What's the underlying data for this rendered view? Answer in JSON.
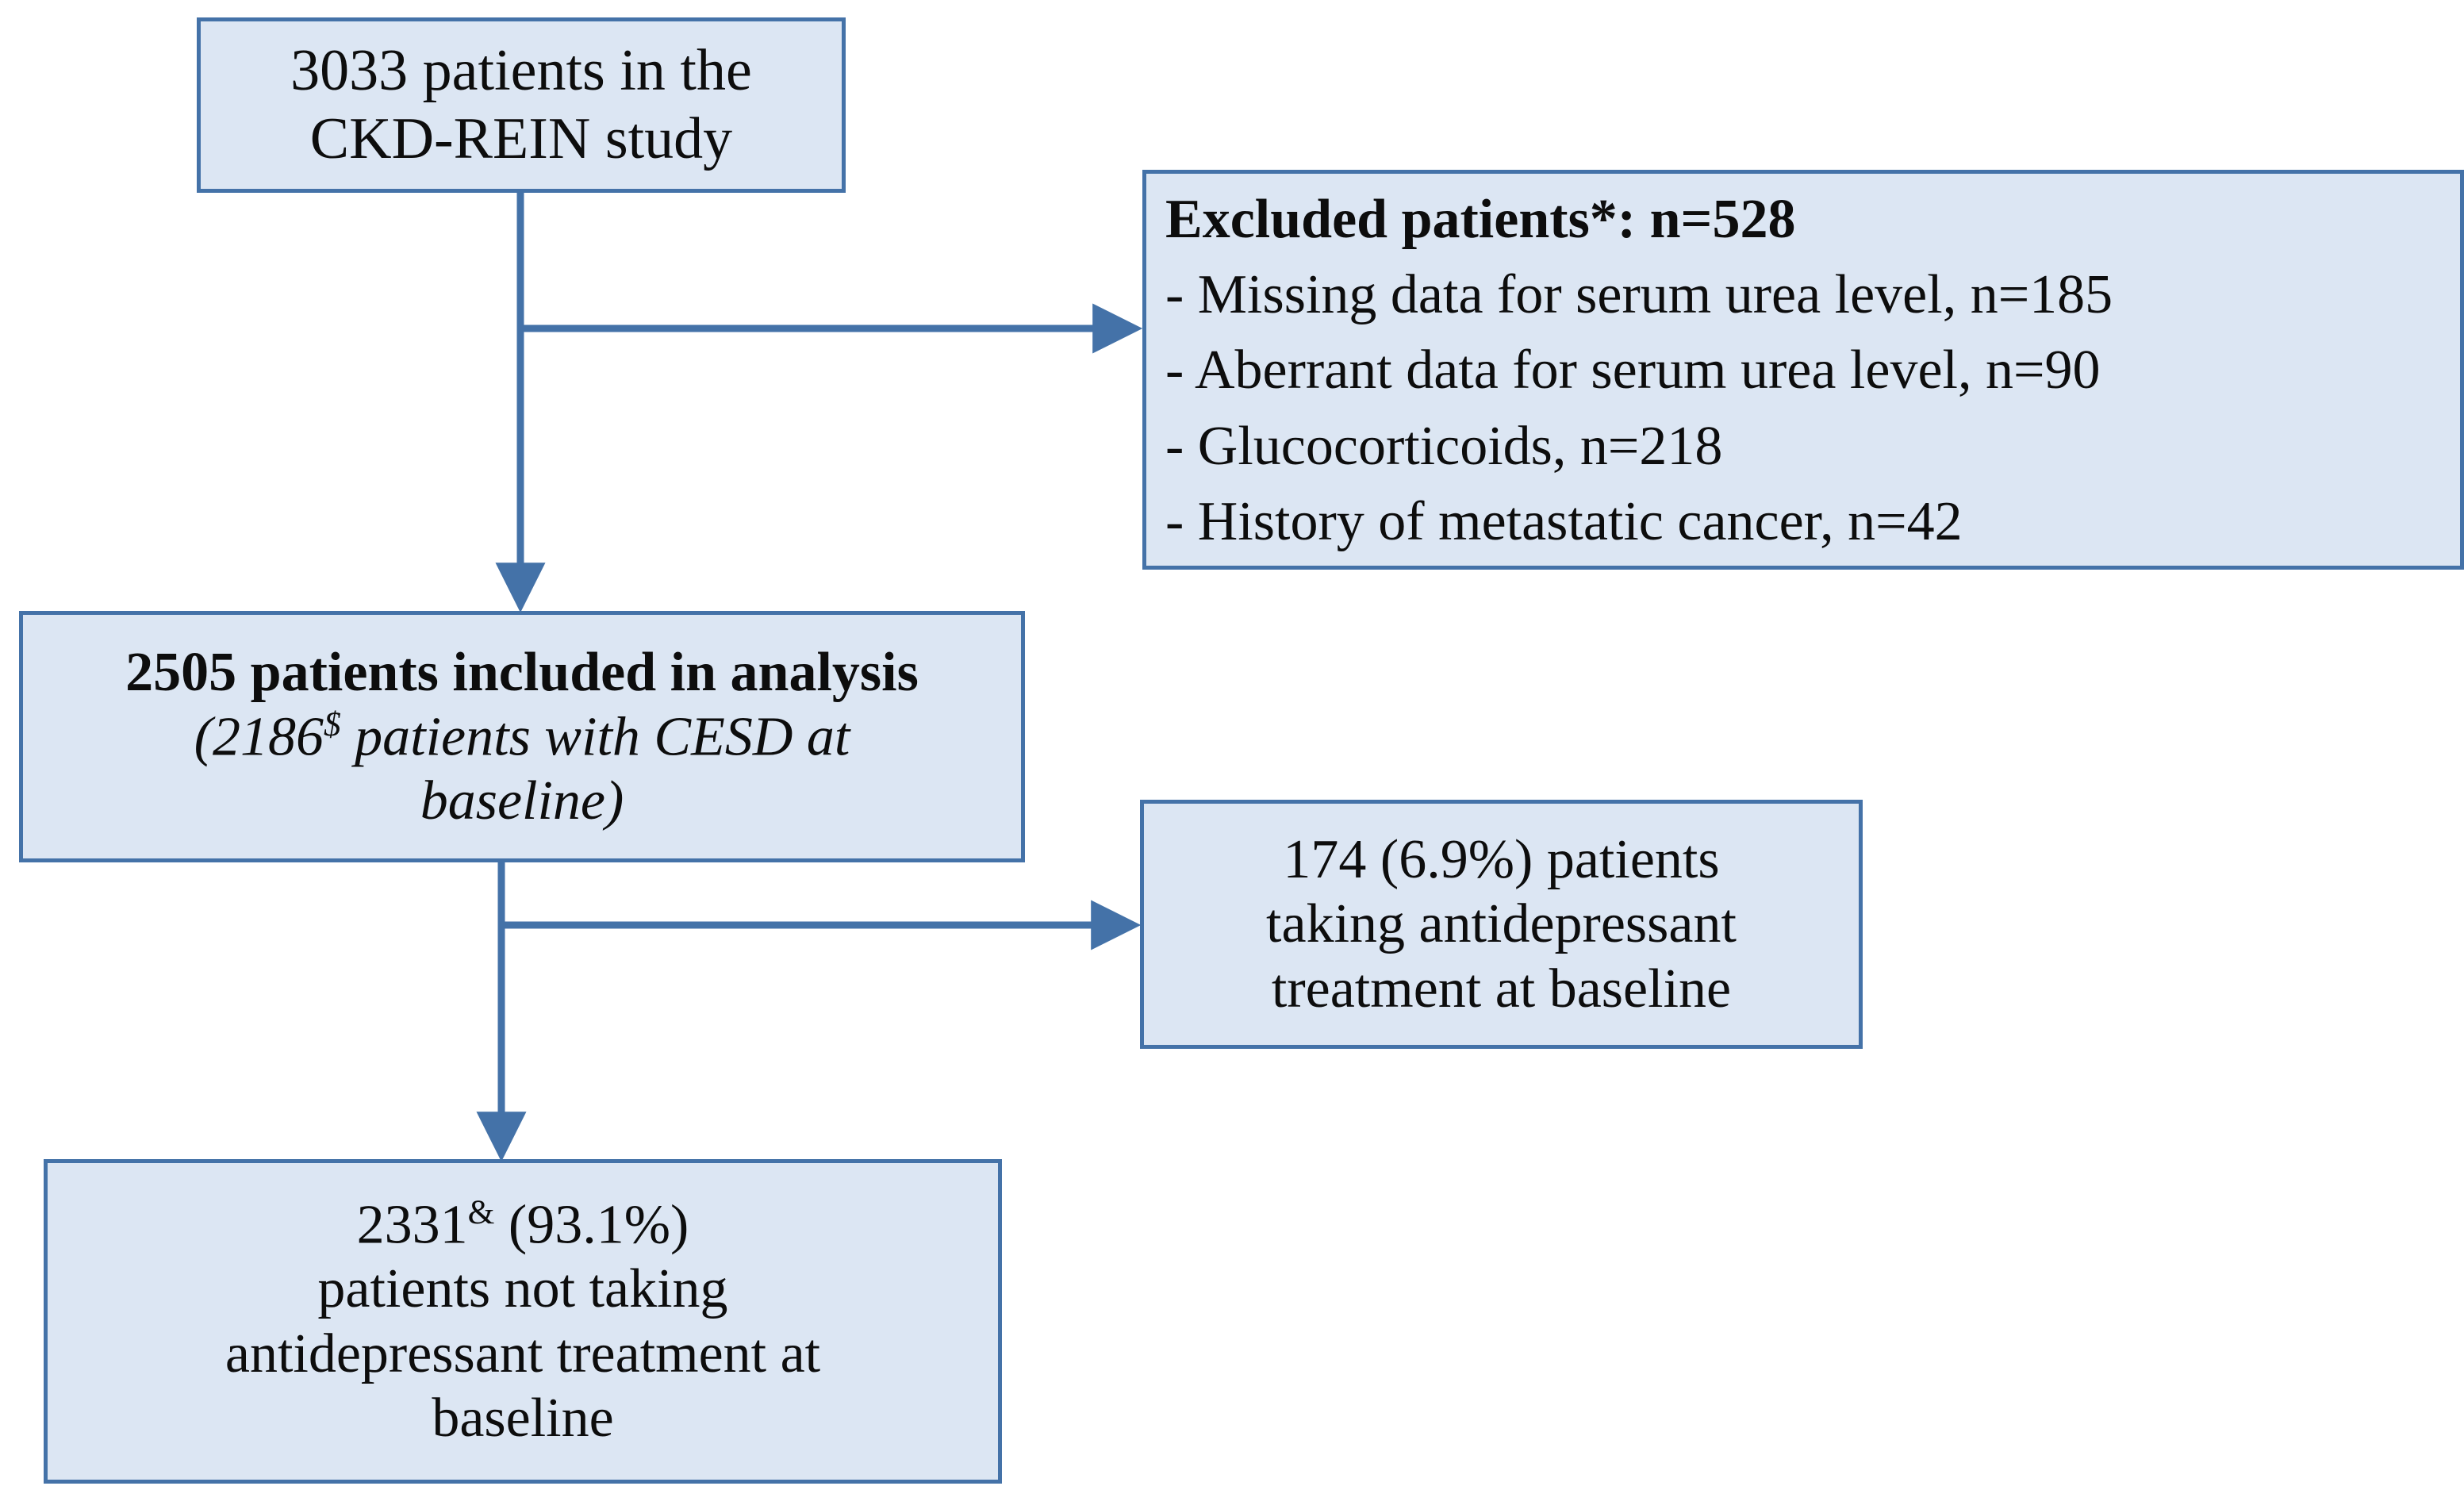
{
  "diagram": {
    "title": "CKD-REIN study patient flow diagram",
    "type": "flowchart",
    "colors": {
      "box_fill": "#dce6f3",
      "box_border": "#4472a8",
      "connector": "#4472a8",
      "text": "#0d0d0d",
      "background": "#ffffff"
    }
  },
  "nodes": {
    "source": {
      "name": "source-population",
      "lines": [
        "3033 patients in the",
        "CKD-REIN study"
      ],
      "count": 3033
    },
    "excluded": {
      "name": "excluded-patients",
      "header": "Excluded patients*: n=528",
      "total": 528,
      "reasons": [
        {
          "label": "- Missing data for serum urea level, n=185",
          "reason": "Missing data for serum urea level",
          "n": 185
        },
        {
          "label": "- Aberrant data for serum urea level, n=90",
          "reason": "Aberrant data for serum urea level",
          "n": 90
        },
        {
          "label": "- Glucocorticoids, n=218",
          "reason": "Glucocorticoids",
          "n": 218
        },
        {
          "label": "- History of metastatic cancer, n=42",
          "reason": "History of metastatic cancer",
          "n": 42
        }
      ]
    },
    "included": {
      "name": "included-in-analysis",
      "header": "2505 patients included in analysis",
      "count": 2505,
      "sub_prefix": "(2186",
      "sub_marker": "$",
      "sub_suffix": " patients with CESD at",
      "sub_line2": "baseline)",
      "cesd_count": 2186
    },
    "taking": {
      "name": "taking-antidepressant",
      "lines": [
        "174 (6.9%) patients",
        "taking antidepressant",
        "treatment at baseline"
      ],
      "count": 174,
      "percent": "6.9%"
    },
    "not_taking": {
      "name": "not-taking-antidepressant",
      "line1_prefix": "2331",
      "line1_marker": "&",
      "line1_suffix": " (93.1%)",
      "lines_rest": [
        "patients not taking",
        "antidepressant treatment at",
        "baseline"
      ],
      "count": 2331,
      "percent": "93.1%"
    }
  },
  "connectors": [
    {
      "name": "source-to-included",
      "from": "source",
      "to": "included",
      "direction": "down"
    },
    {
      "name": "source-to-excluded",
      "from": "source",
      "to": "excluded",
      "direction": "right"
    },
    {
      "name": "included-to-not-taking",
      "from": "included",
      "to": "not_taking",
      "direction": "down"
    },
    {
      "name": "included-to-taking",
      "from": "included",
      "to": "taking",
      "direction": "right"
    }
  ]
}
